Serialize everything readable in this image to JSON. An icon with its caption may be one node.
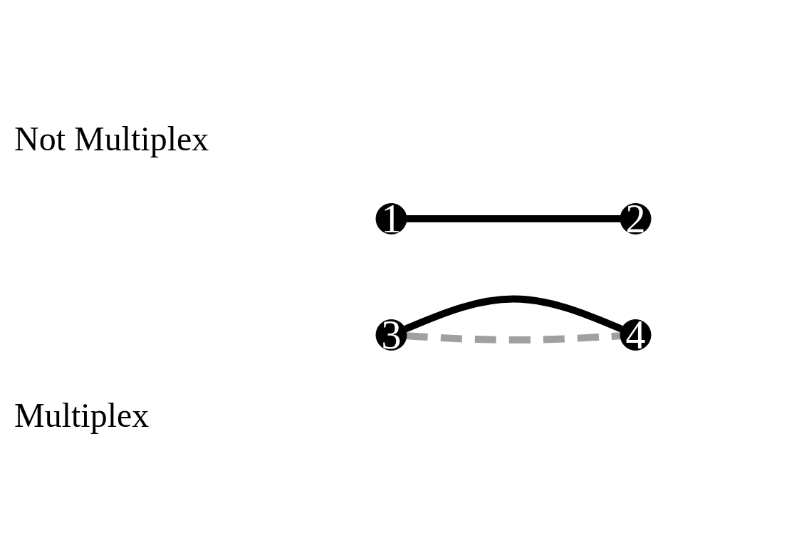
{
  "diagram": {
    "nodes": [
      {
        "text": [
          "1"
        ]
      },
      {
        "text": [
          "2"
        ]
      },
      {
        "text": [
          "3"
        ]
      },
      {
        "text": [
          "4"
        ]
      }
    ],
    "edges": [
      {
        "from": 0,
        "to": 1,
        "arrow": "none"
      },
      {
        "from": 2,
        "to": 3,
        "arrow": "none"
      },
      {
        "from": 2,
        "to": 3,
        "arrow": "none",
        "style": "dashed",
        "color": "#a0a0a0"
      }
    ],
    "labels": [
      "Not Multiplex",
      "Multiplex"
    ]
  }
}
